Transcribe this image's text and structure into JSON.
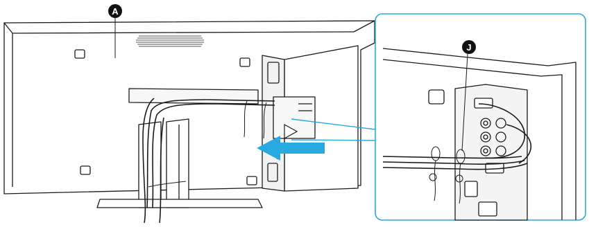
{
  "callouts": {
    "a": "A",
    "j": "J"
  },
  "colors": {
    "line": "#1a1a1a",
    "panel_fill": "#ffffff",
    "shade": "#d9d9d9",
    "accent": "#29a9e1",
    "badge": "#111111",
    "badge_text": "#ffffff"
  },
  "icons": {
    "arrow": "insert-direction-arrow",
    "pointer": "play-triangle-icon"
  }
}
